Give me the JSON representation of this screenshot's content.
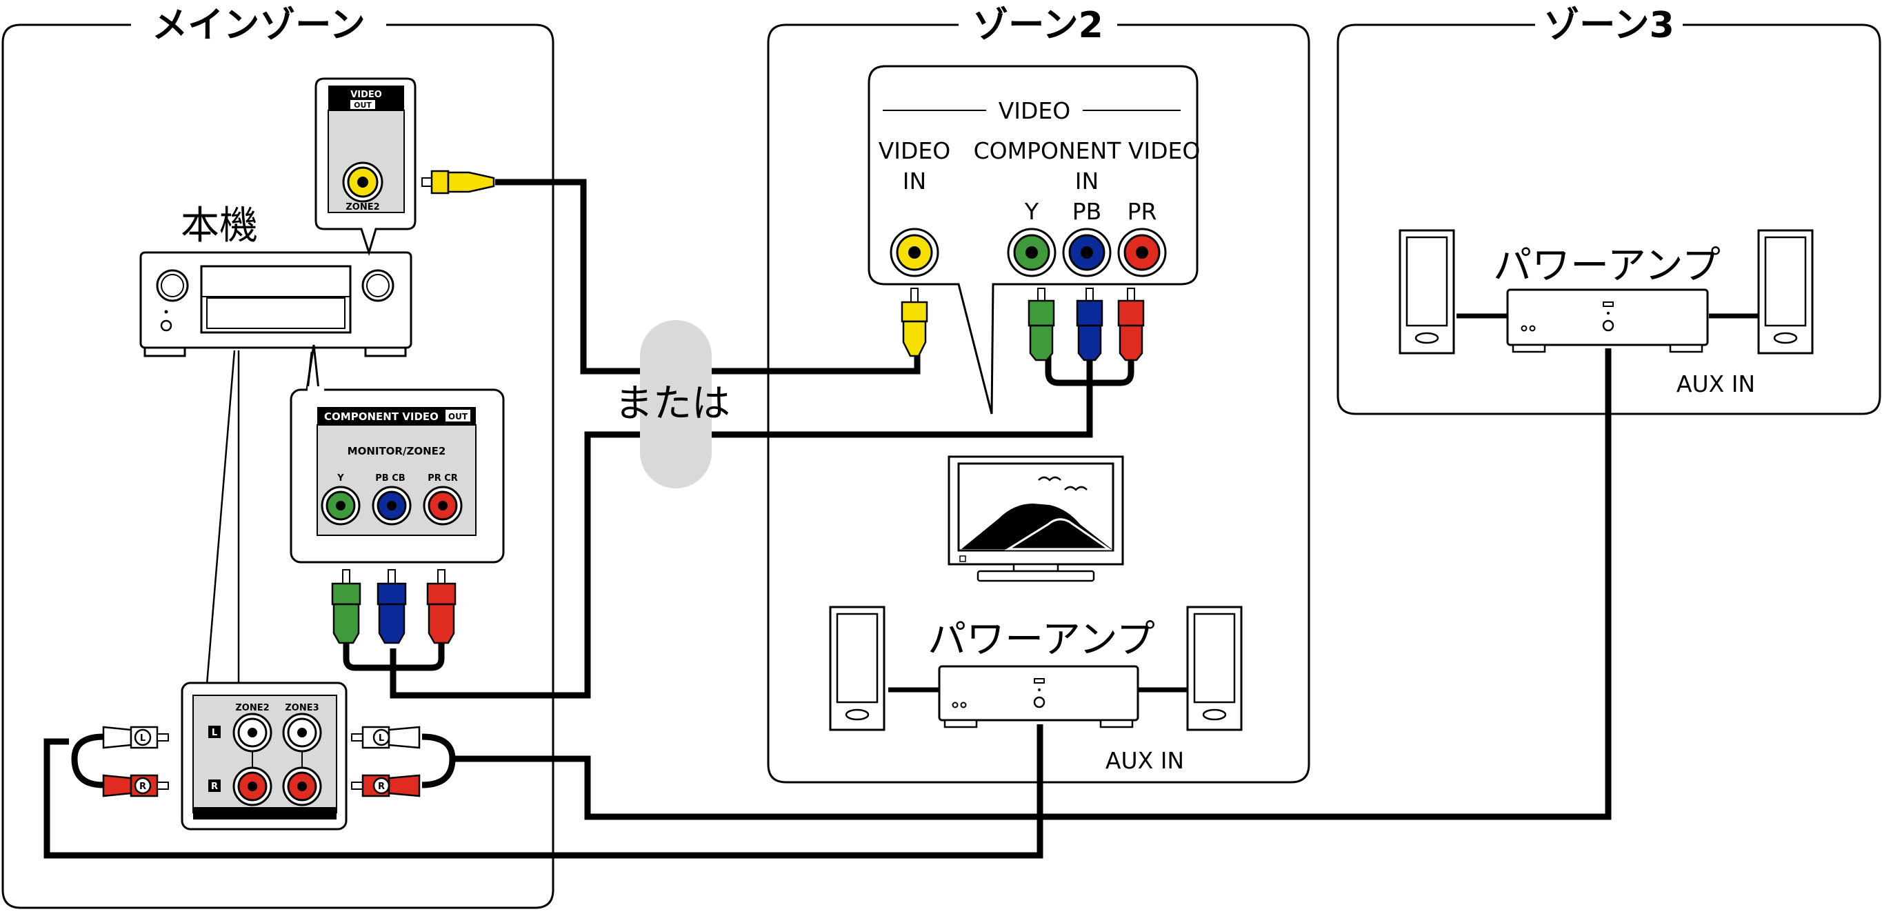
{
  "zones": {
    "main": {
      "title": "メインゾーン"
    },
    "zone2": {
      "title": "ゾーン2"
    },
    "zone3": {
      "title": "ゾーン3"
    }
  },
  "receiver": {
    "label": "本機",
    "video_out": {
      "title": "VIDEO",
      "out_badge": "OUT",
      "jack_label": "ZONE2"
    },
    "component_out": {
      "title": "COMPONENT VIDEO",
      "out_badge": "OUT",
      "subtitle": "MONITOR/ZONE2",
      "jacks": [
        "Y",
        "PB CB",
        "PR CR"
      ]
    },
    "audio_out": {
      "col_zone2": "ZONE2",
      "col_zone3": "ZONE3",
      "row_l": "L",
      "row_r": "R"
    }
  },
  "or_label": "または",
  "tv_panel": {
    "header": "VIDEO",
    "video_in": [
      "VIDEO",
      "IN"
    ],
    "component_in": [
      "COMPONENT VIDEO",
      "IN"
    ],
    "jacks": [
      "Y",
      "PB",
      "PR"
    ]
  },
  "zone2_amp": {
    "label": "パワーアンプ",
    "input": "AUX IN"
  },
  "zone3_amp": {
    "label": "パワーアンプ",
    "input": "AUX IN"
  },
  "plugs": {
    "left": "L",
    "right": "R"
  },
  "colors": {
    "yellow": "#f7e000",
    "green": "#3f9a3c",
    "blue": "#0a2b99",
    "red": "#e02b20",
    "white": "#ffffff",
    "gray": "#d9d9d9",
    "black": "#000000"
  }
}
